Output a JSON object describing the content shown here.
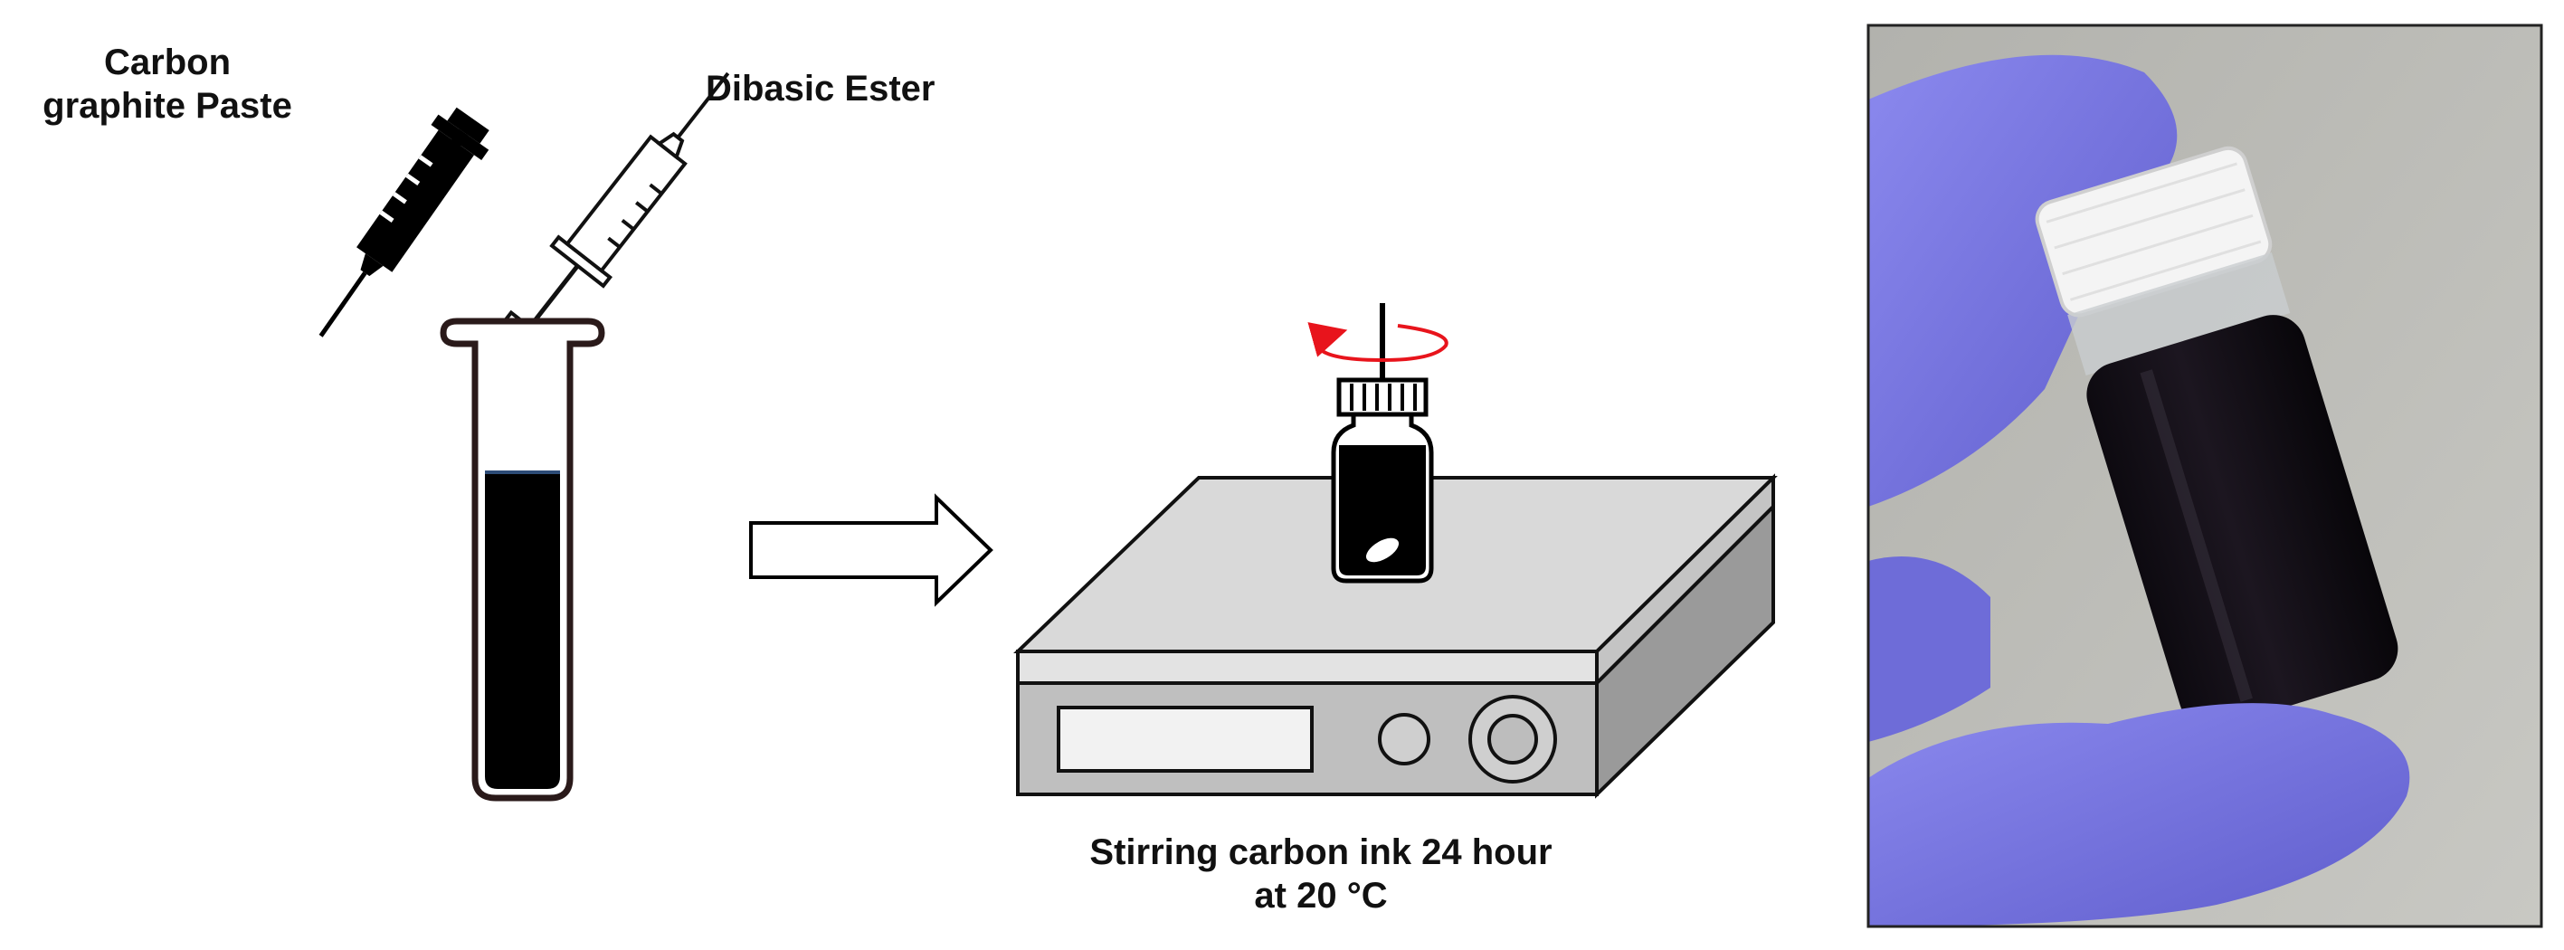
{
  "labels": {
    "carbon_paste": [
      "Carbon",
      "graphite Paste"
    ],
    "dibasic_ester": "Dibasic Ester",
    "stirring": [
      "Stirring carbon ink 24 hour",
      "at 20 °C"
    ]
  },
  "colors": {
    "ink": "#000000",
    "plate_top": "#d9d9d9",
    "plate_side": "#9a9a9a",
    "plate_front": "#bfbfbf",
    "rotation_arrow": "#e8141c",
    "glove": "#7c7ae6",
    "photo_background": "#b8b8b3"
  },
  "icons": {
    "syringe_filled": "syringe-filled-icon",
    "syringe_outline": "syringe-outline-icon",
    "test_tube": "test-tube-icon",
    "process_arrow": "right-arrow-icon",
    "hotplate": "magnetic-stirrer-icon",
    "vial": "vial-icon",
    "rotation": "rotation-arrow-icon"
  }
}
